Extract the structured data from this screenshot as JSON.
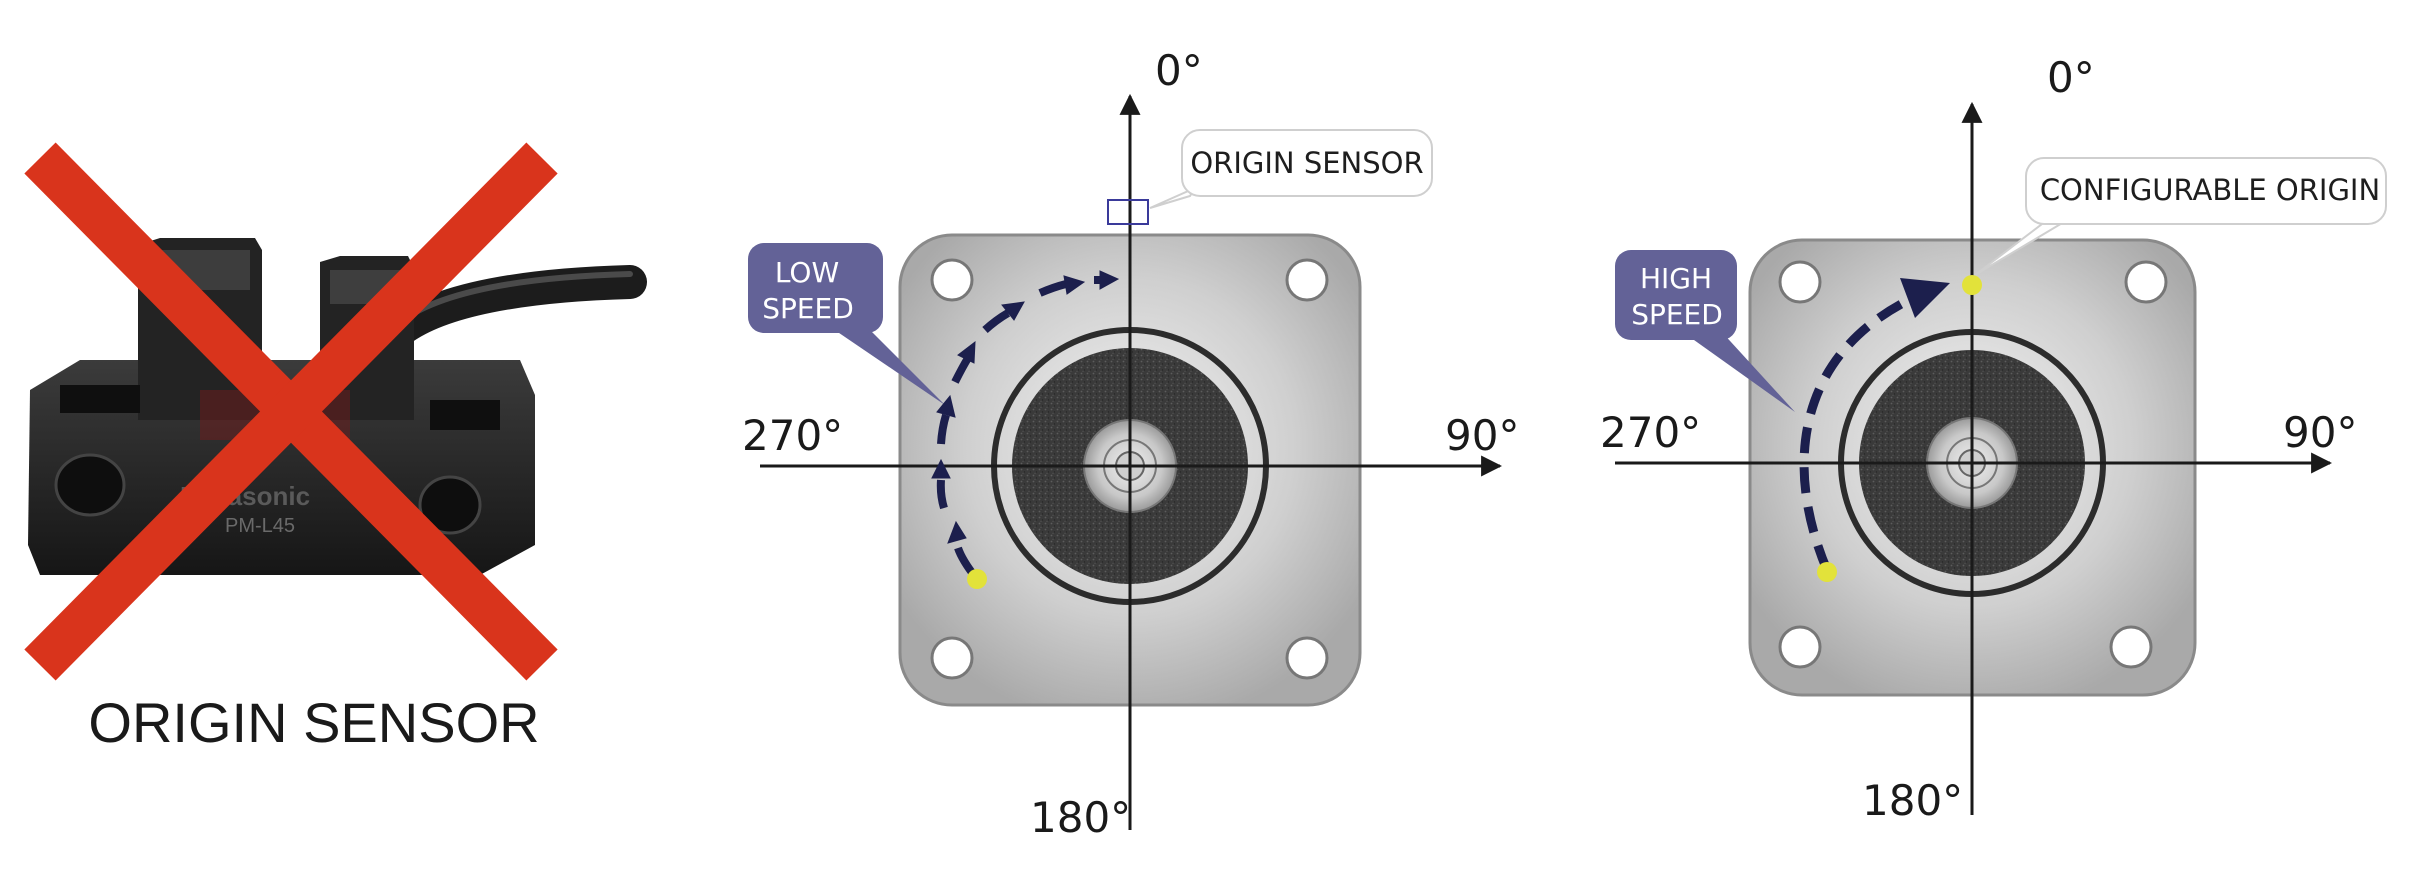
{
  "colors": {
    "cross": "#d9341c",
    "bubble": "#636297",
    "arrow": "#1c1f4d",
    "start_dot": "#e2e23a",
    "axis": "#1a1a1a"
  },
  "sensor_panel": {
    "caption": "ORIGIN SENSOR",
    "brand": "Panasonic",
    "model": "PM-L45"
  },
  "low_speed_panel": {
    "angle_top": "0°",
    "angle_right": "90°",
    "angle_bottom": "180°",
    "angle_left": "270°",
    "speed_line1": "LOW",
    "speed_line2": "SPEED",
    "callout": "ORIGIN SENSOR"
  },
  "high_speed_panel": {
    "angle_top": "0°",
    "angle_right": "90°",
    "angle_bottom": "180°",
    "angle_left": "270°",
    "speed_line1": "HIGH",
    "speed_line2": "SPEED",
    "callout": "CONFIGURABLE ORIGIN"
  }
}
